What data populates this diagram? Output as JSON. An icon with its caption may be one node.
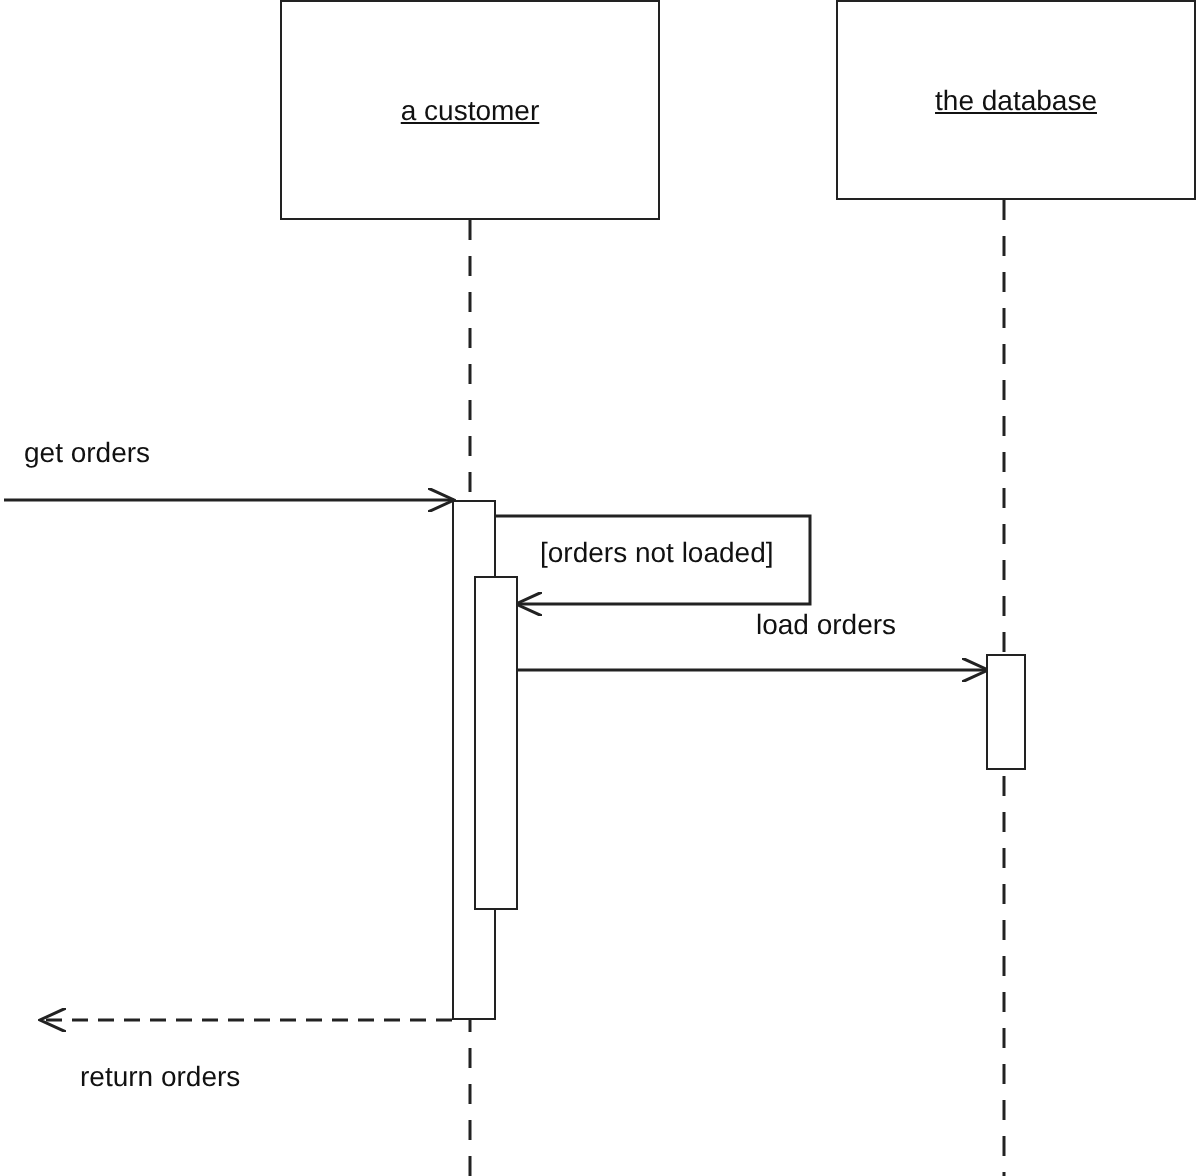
{
  "diagram": {
    "nodes": [
      {
        "text": [
          "a customer"
        ]
      },
      {
        "text": [
          "the database"
        ]
      },
      {
        "text": [],
        "shape": "bar"
      },
      {
        "text": [],
        "shape": "bar"
      },
      {
        "text": [],
        "shape": "bar"
      }
    ],
    "edges": [
      {
        "from": null,
        "to": 2,
        "arrow": "to",
        "label": "get orders"
      },
      {
        "from": 2,
        "to": 3,
        "arrow": "to",
        "label": "[orders not loaded]"
      },
      {
        "from": 3,
        "to": 4,
        "arrow": "to",
        "label": "load orders"
      },
      {
        "from": 2,
        "to": null,
        "arrow": "to",
        "label": "return orders",
        "style": "dashed"
      }
    ]
  }
}
